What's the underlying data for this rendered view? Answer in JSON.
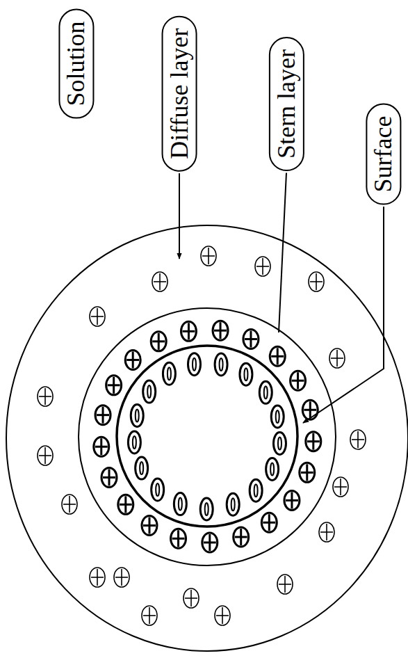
{
  "diagram": {
    "nodes": [
      {
        "text": [
          "Solution"
        ]
      },
      {
        "text": [
          "Diffuse layer"
        ]
      },
      {
        "text": [
          "Stern layer"
        ]
      },
      {
        "text": [
          "Surface"
        ]
      }
    ]
  }
}
